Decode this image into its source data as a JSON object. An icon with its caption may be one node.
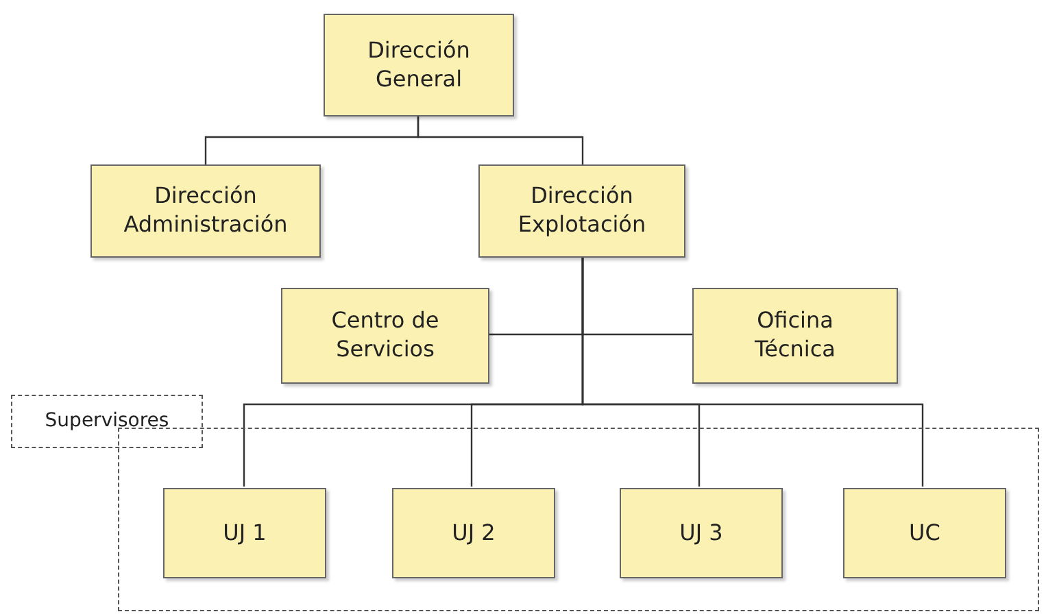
{
  "diagram": {
    "nodes": [
      {
        "text": [
          "Dirección General"
        ]
      },
      {
        "text": [
          "Dirección Administración"
        ]
      },
      {
        "text": [
          "Dirección Explotación"
        ]
      },
      {
        "text": [
          "Centro de Servicios"
        ]
      },
      {
        "text": [
          "Oficina Técnica"
        ]
      },
      {
        "text": [
          "Supervisores"
        ]
      },
      {
        "text": [],
        "shape": "box"
      },
      {
        "text": [
          "UJ 1"
        ],
        "in": 6
      },
      {
        "text": [
          "UJ 2"
        ],
        "in": 6
      },
      {
        "text": [
          "UJ 3"
        ],
        "in": 6
      },
      {
        "text": [
          "UC"
        ],
        "in": 6
      }
    ],
    "edges": [
      {
        "from": 0,
        "to": 1,
        "arrow": "none"
      },
      {
        "from": 0,
        "to": 2,
        "arrow": "none"
      },
      {
        "from": 2,
        "to": 3,
        "arrow": "none"
      },
      {
        "from": 2,
        "to": 4,
        "arrow": "none"
      },
      {
        "from": 2,
        "to": 7,
        "arrow": "none"
      },
      {
        "from": 2,
        "to": 8,
        "arrow": "none"
      },
      {
        "from": 2,
        "to": 9,
        "arrow": "none"
      },
      {
        "from": 2,
        "to": 10,
        "arrow": "none"
      }
    ]
  }
}
